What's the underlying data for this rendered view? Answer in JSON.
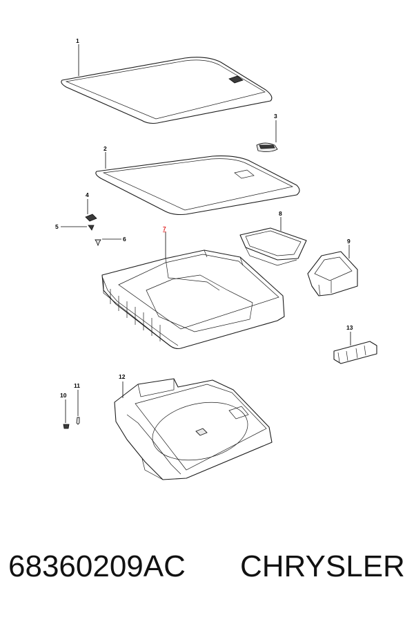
{
  "callouts": {
    "c1": "1",
    "c2": "2",
    "c3": "3",
    "c4": "4",
    "c5": "5",
    "c6": "6",
    "c7": "7",
    "c8": "8",
    "c9": "9",
    "c10": "10",
    "c11": "11",
    "c12": "12",
    "c13": "13"
  },
  "highlight_color": "#e02020",
  "footer": {
    "part_number": "68360209AC",
    "brand": "CHRYSLER"
  }
}
